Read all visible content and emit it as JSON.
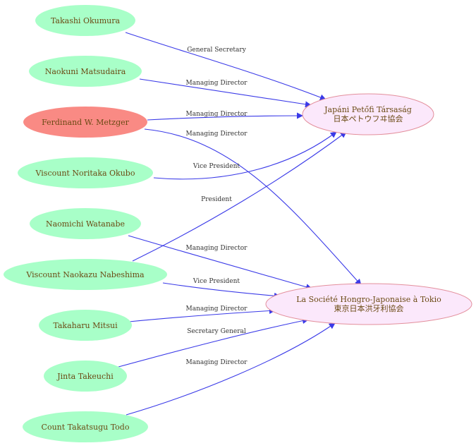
{
  "colors": {
    "person_fill": "#a8ffc8",
    "highlight_fill": "#f98a84",
    "org_fill": "#fbe8fb",
    "org_stroke": "#e38f9c",
    "edge": "#3a3ae8",
    "label_text": "#6b4a14",
    "edge_label_text": "#333333"
  },
  "people": [
    {
      "id": "okumura",
      "label": "Takashi Okumura",
      "highlight": false
    },
    {
      "id": "matsudaira",
      "label": "Naokuni Matsudaira",
      "highlight": false
    },
    {
      "id": "metzger",
      "label": "Ferdinand W. Metzger",
      "highlight": true
    },
    {
      "id": "okubo",
      "label": "Viscount Noritaka Okubo",
      "highlight": false
    },
    {
      "id": "watanabe",
      "label": "Naomichi Watanabe",
      "highlight": false
    },
    {
      "id": "nabeshima",
      "label": "Viscount  Naokazu Nabeshima",
      "highlight": false
    },
    {
      "id": "mitsui",
      "label": "Takaharu Mitsui",
      "highlight": false
    },
    {
      "id": "takeuchi",
      "label": "Jinta Takeuchi",
      "highlight": false
    },
    {
      "id": "todo",
      "label": "Count  Takatsugu Todo",
      "highlight": false
    }
  ],
  "organizations": [
    {
      "id": "petofi",
      "label_line1": "Japáni Petőfi Társaság",
      "label_line2": "日本ペトウフヰ協会"
    },
    {
      "id": "societe",
      "label_line1": "La Société Hongro-Japonaise à Tokio",
      "label_line2": "東京日本洪牙利協会"
    }
  ],
  "edges": [
    {
      "from": "okumura",
      "to": "petofi",
      "label": "General Secretary"
    },
    {
      "from": "matsudaira",
      "to": "petofi",
      "label": "Managing Director"
    },
    {
      "from": "metzger",
      "to": "petofi",
      "label": "Managing Director"
    },
    {
      "from": "metzger",
      "to": "societe",
      "label": "Managing Director"
    },
    {
      "from": "okubo",
      "to": "petofi",
      "label": "Vice President"
    },
    {
      "from": "nabeshima",
      "to": "petofi",
      "label": "President"
    },
    {
      "from": "watanabe",
      "to": "societe",
      "label": "Managing Director"
    },
    {
      "from": "nabeshima",
      "to": "societe",
      "label": "Vice President"
    },
    {
      "from": "mitsui",
      "to": "societe",
      "label": "Managing Director"
    },
    {
      "from": "takeuchi",
      "to": "societe",
      "label": "Secretary General"
    },
    {
      "from": "todo",
      "to": "societe",
      "label": "Managing Director"
    }
  ]
}
